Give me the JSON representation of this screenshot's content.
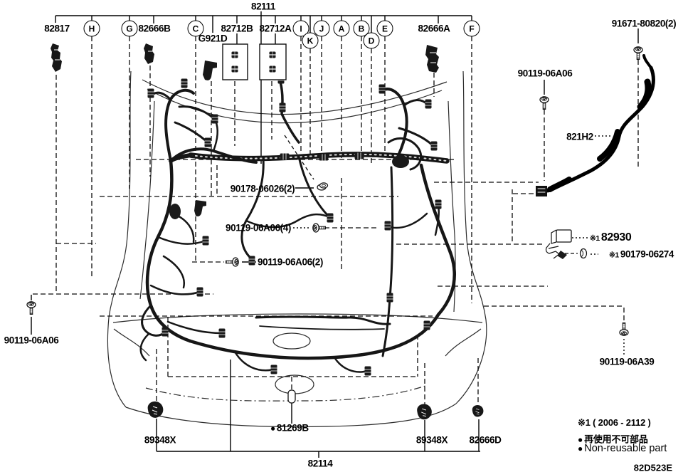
{
  "figure": {
    "code": "82D523E",
    "main_harness": "82111",
    "bottom_harness": "82114"
  },
  "callouts": [
    {
      "letter": "H"
    },
    {
      "letter": "G"
    },
    {
      "letter": "C"
    },
    {
      "letter": "I"
    },
    {
      "letter": "K"
    },
    {
      "letter": "J"
    },
    {
      "letter": "A"
    },
    {
      "letter": "B"
    },
    {
      "letter": "D"
    },
    {
      "letter": "E"
    },
    {
      "letter": "F"
    }
  ],
  "labels": {
    "p82111": "82111",
    "p82817": "82817",
    "p82666B": "82666B",
    "pG921D": "G921D",
    "p82712B": "82712B",
    "p82712A": "82712A",
    "p82666A": "82666A",
    "p91671": "91671-80820(2)",
    "p90119_right": "90119-06A06",
    "p821H2": "821H2",
    "p82930": "82930",
    "p90179": "90179-06274",
    "p90178": "90178-06026(2)",
    "p90119_c4": "90119-06A06(4)",
    "p90119_c2": "90119-06A06(2)",
    "p90119_left": "90119-06A06",
    "p90119_a39": "90119-06A39",
    "p89348_left": "89348X",
    "p81269B": "81269B",
    "p89348_right": "89348X",
    "p82666D": "82666D",
    "p82114": "82114"
  },
  "marks": {
    "ref_star": "※1",
    "bullet": "●"
  },
  "legend": {
    "note": "※1 ( 2006 - 2112 )",
    "jp": "再使用不可部品",
    "en": "Non-reusable part"
  }
}
